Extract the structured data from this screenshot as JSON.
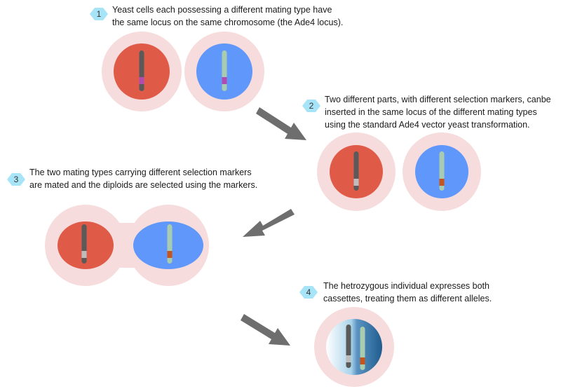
{
  "colors": {
    "halo": "#f6dcdc",
    "red_cell": "#e05a48",
    "blue_cell": "#5f97fb",
    "chrom_dark": "#5a5a5a",
    "chrom_light": "#a9ccb0",
    "marker_magenta": "#b04bb0",
    "marker_gray": "#bdbdbd",
    "marker_orange": "#c4551c",
    "badge_fill": "#a8e4f7",
    "arrow": "#6e6e6e"
  },
  "steps": [
    {
      "number": "1",
      "lines": [
        "Yeast cells each possessing a different mating type have",
        "the same locus on the same chromosome (the Ade4 locus)."
      ]
    },
    {
      "number": "2",
      "lines": [
        "Two different parts, with different selection markers, canbe",
        "inserted in the same locus of the different mating types",
        "using the standard Ade4 vector yeast transformation."
      ]
    },
    {
      "number": "3",
      "lines": [
        "The two mating types carrying different selection markers",
        "are mated and the diploids are selected using the markers."
      ]
    },
    {
      "number": "4",
      "lines": [
        "The hetrozygous individual expresses both",
        "cassettes, treating them as different alleles."
      ]
    }
  ]
}
